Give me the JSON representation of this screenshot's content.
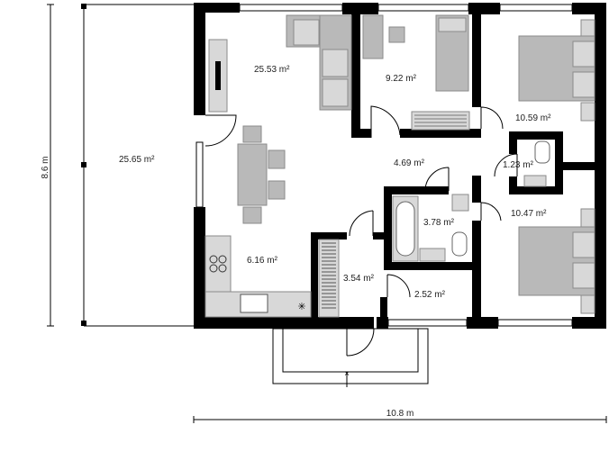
{
  "rooms": {
    "terrace": "25.65 m²",
    "living": "25.53 m²",
    "study": "9.22 m²",
    "bedroom_top": "10.59 m²",
    "hall": "4.69 m²",
    "wc": "1.23 m²",
    "bathroom": "3.78 m²",
    "bedroom_bottom": "10.47 m²",
    "kitchen": "6.16 m²",
    "closet": "3.54 m²",
    "entrance": "2.52 m²"
  },
  "dimensions": {
    "height": "8.6 m",
    "width": "10.8 m"
  },
  "colors": {
    "wall": "#000000",
    "furniture": "#b9b9b9"
  }
}
